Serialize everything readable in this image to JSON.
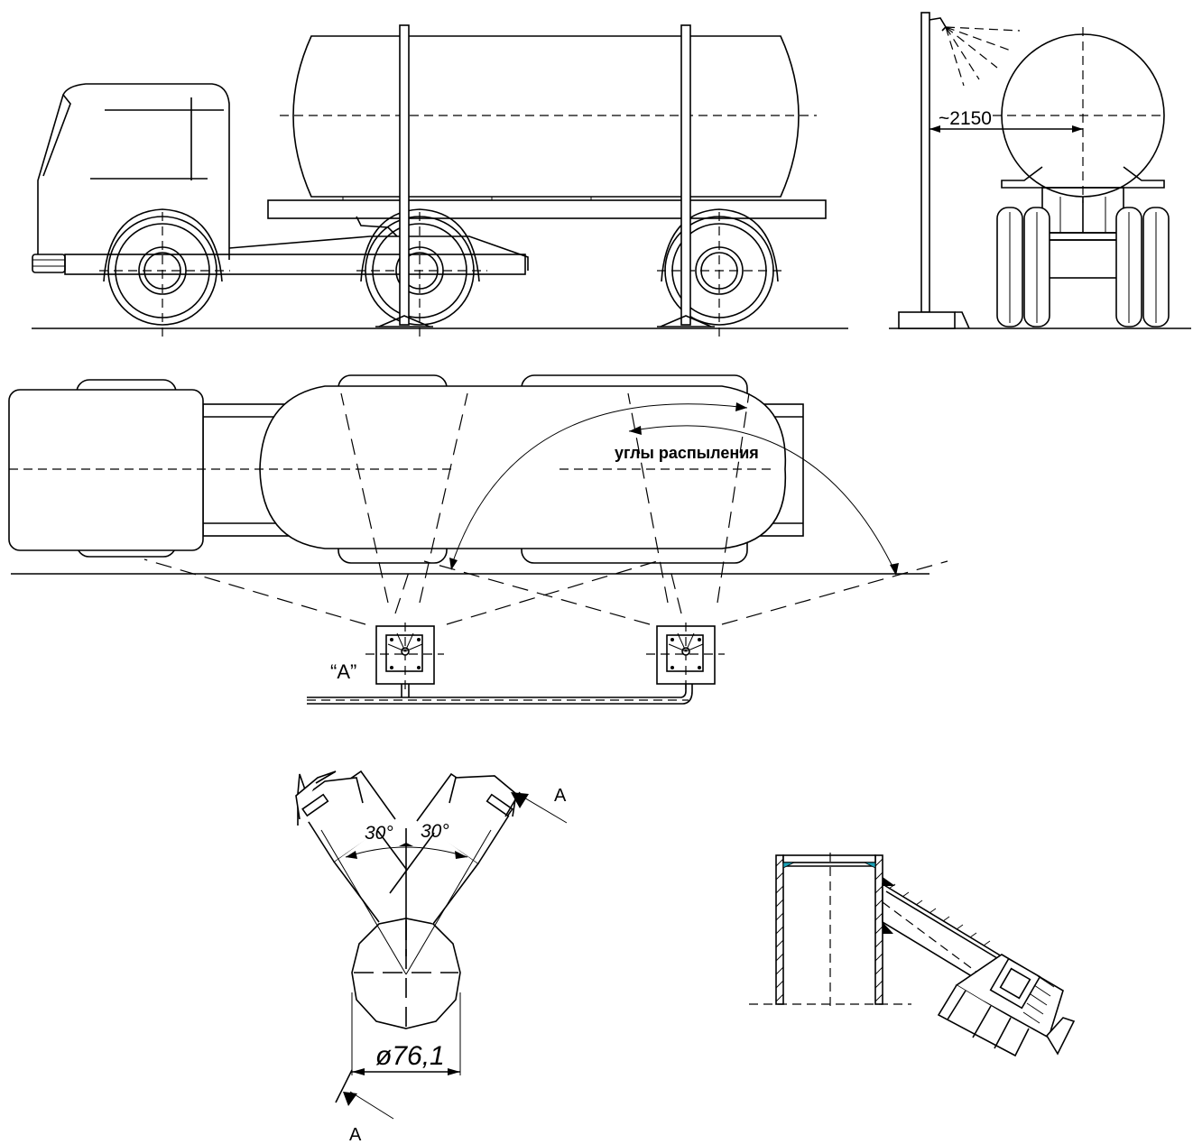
{
  "labels": {
    "dimension_mast": "~2150",
    "spray_angles": "углы распыления",
    "view_a": "“A”",
    "angle_left": "30°",
    "angle_right": "30°",
    "section_a_top": "A",
    "section_a_bottom": "A",
    "diameter": "ø76,1"
  },
  "colors": {
    "line": "#000000",
    "background": "#ffffff",
    "accent": "#1aa3b8"
  }
}
